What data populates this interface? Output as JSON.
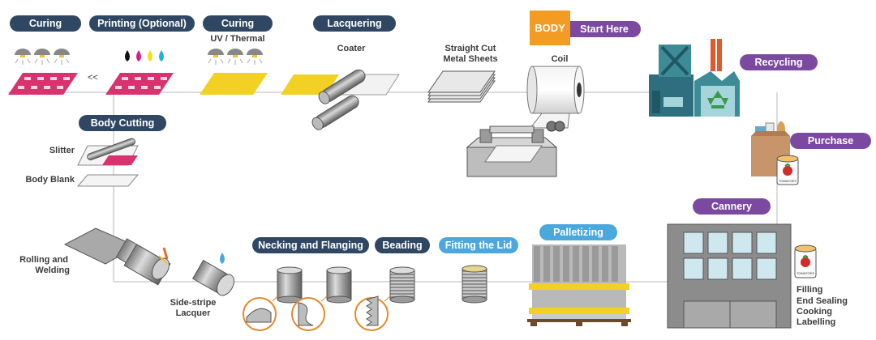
{
  "labels": {
    "curing": "Curing",
    "printing": "Printing (Optional)",
    "curing2": "Curing",
    "uv_thermal": "UV / Thermal",
    "lacquering": "Lacquering",
    "coater": "Coater",
    "straight_cut_1": "Straight Cut",
    "straight_cut_2": "Metal Sheets",
    "body": "BODY",
    "start_here": "Start Here",
    "coil": "Coil",
    "recycling": "Recycling",
    "purchase": "Purchase",
    "body_cutting": "Body Cutting",
    "slitter": "Slitter",
    "body_blank": "Body Blank",
    "rolling_1": "Rolling and",
    "rolling_2": "Welding",
    "side_stripe_1": "Side-stripe",
    "side_stripe_2": "Lacquer",
    "necking": "Necking and Flanging",
    "beading": "Beading",
    "fitting_lid": "Fitting the Lid",
    "palletizing": "Palletizing",
    "cannery": "Cannery",
    "filling": "Filling",
    "end_sealing": "End Sealing",
    "cooking": "Cooking",
    "labelling": "Labelling",
    "arrows": "<<",
    "can_label": "TOMATOES"
  },
  "colors": {
    "navy": "#2f4763",
    "purple": "#7b4aa0",
    "sky": "#4ba8dc",
    "orange": "#f39c23",
    "yellow": "#f2d024",
    "magenta": "#d8336e",
    "teal": "#3d8b97",
    "gray": "#8c8c8c"
  }
}
